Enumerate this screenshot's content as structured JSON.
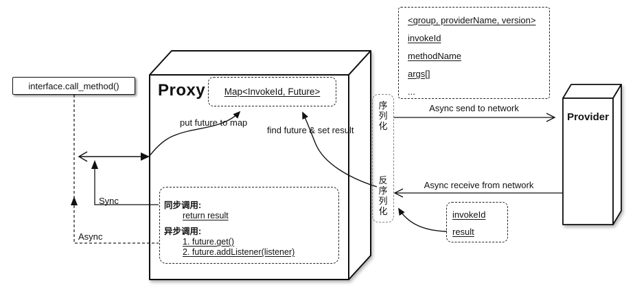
{
  "diagram": {
    "caller_label": "interface.call_method()",
    "proxy": {
      "title": "Proxy",
      "map_label": "Map<InvokeId, Future>",
      "put_future_label": "put future to map",
      "find_future_label": "find future & set result",
      "sync_call_title": "同步调用:",
      "sync_call_line": "return result",
      "async_call_title": "异步调用:",
      "async_call_line1": "1. future.get()",
      "async_call_line2": "2. future.addListener(listener)"
    },
    "serialization": {
      "serialize_label": "序列化",
      "deserialize_label": "反序列化"
    },
    "flows": {
      "sync_label": "Sync",
      "async_label": "Async",
      "send_label": "Async send to network",
      "receive_label": "Async receive from network"
    },
    "request_message": {
      "fields": [
        "<group, providerName, version>",
        "invokeId",
        "methodName",
        "args[]",
        "..."
      ]
    },
    "response_message": {
      "fields": [
        "invokeId",
        "result"
      ]
    },
    "provider": {
      "title": "Provider"
    },
    "colors": {
      "line": "#111111",
      "background": "#ffffff"
    }
  }
}
